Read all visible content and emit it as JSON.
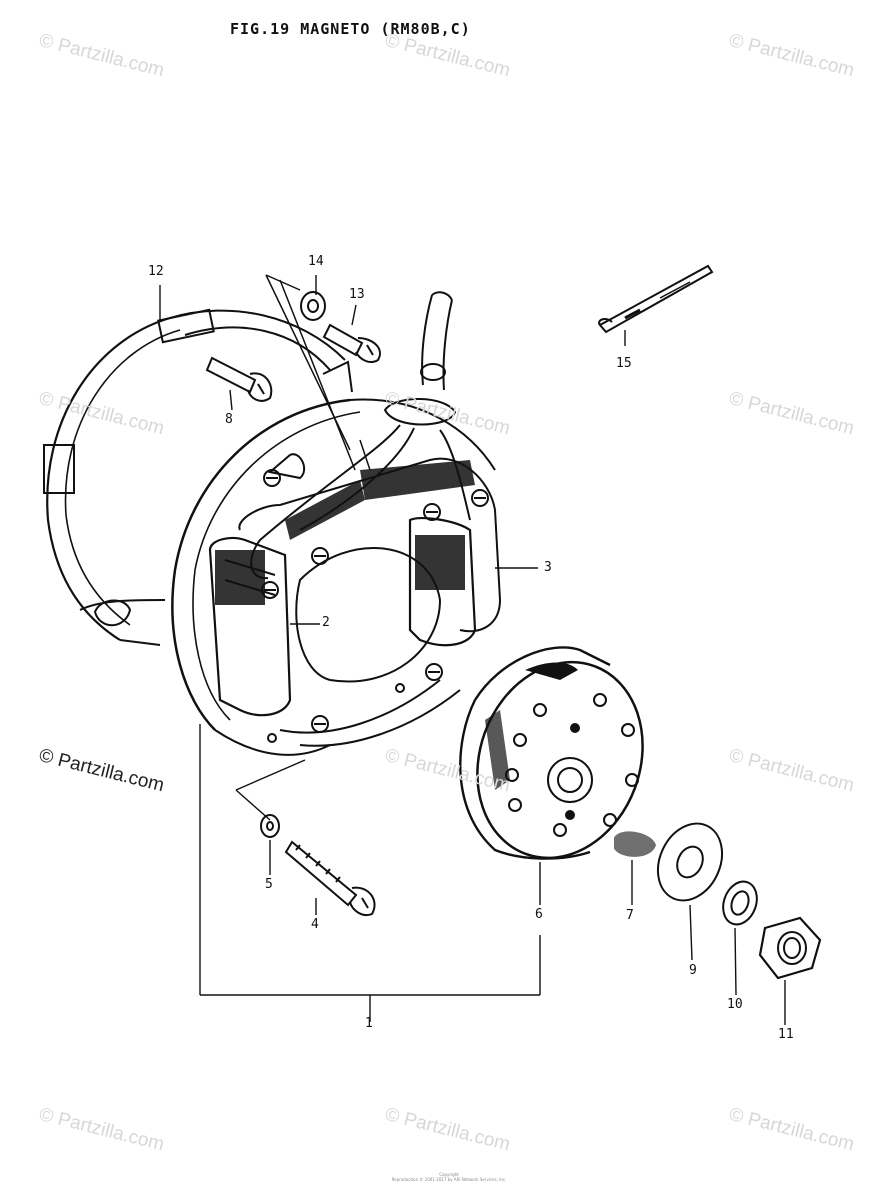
{
  "title": "FIG.19  MAGNETO (RM80B,C)",
  "callouts": [
    "1",
    "2",
    "3",
    "4",
    "5",
    "6",
    "7",
    "8",
    "9",
    "10",
    "11",
    "12",
    "13",
    "14",
    "15"
  ],
  "watermark": "© Partzilla.com",
  "footer": {
    "line1": "Copyright",
    "line2": "Reproduction © 2001-2017 by ARI Network Services, Inc."
  },
  "colors": {
    "ink": "#111111",
    "watermark": "#d7d7d7"
  }
}
